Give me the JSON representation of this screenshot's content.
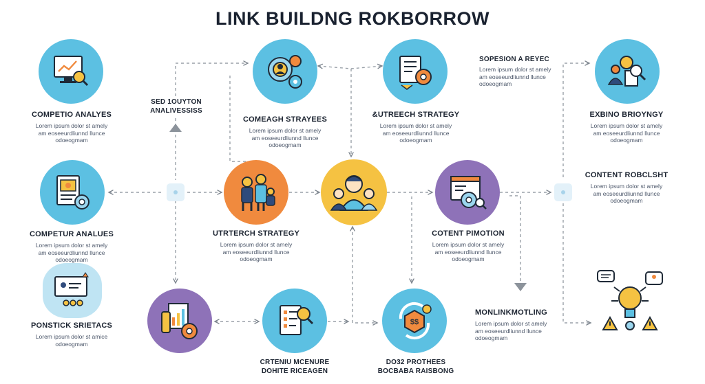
{
  "title": "LINK BUILDNG ROKBORROW",
  "body_text_a": [
    "Lorem ipsum dolor st amely",
    "am eoseeurdliunnd llunce",
    "odoeogmam"
  ],
  "nodes": [
    {
      "id": "competitor-analysis",
      "heading": [
        "COMPETIO ANALYES"
      ],
      "body": [
        "Lorem ipsum dolor st amely",
        "am eoseeurdliunnd llunce",
        "odoeogmam"
      ],
      "color": "#5cc0e2",
      "icon": "monitor-chart-icon"
    },
    {
      "id": "seo-solution-analysis",
      "heading": [
        "SED 1OUYTON",
        "ANALIVESSISS"
      ],
      "body": [],
      "color": "",
      "icon": ""
    },
    {
      "id": "content-strategy",
      "heading": [
        "COMEAGH STRAYEES"
      ],
      "body": [
        "Lorem ipsum dolor st amely",
        "am eoseeurdliunnd llunce",
        "odoeogmam"
      ],
      "color": "#5cc0e2",
      "icon": "gear-person-icon"
    },
    {
      "id": "outreach-strategy-top",
      "heading": [
        "&UTREECH STRATEGY"
      ],
      "body": [
        "Lorem ipsum dolor st amely",
        "am eoseeurdliunnd llunce",
        "odoeogmam"
      ],
      "color": "#5cc0e2",
      "icon": "document-gear-icon"
    },
    {
      "id": "prospect-research",
      "heading": [
        "SOPESION A REYEC"
      ],
      "body": [
        "Lorem ipsum dolor st amely",
        "am eoseeurdliunnd llunce",
        "odoeogmam"
      ],
      "color": "",
      "icon": ""
    },
    {
      "id": "existing-backlinks",
      "heading": [
        "EXBINO BRIOYNGY"
      ],
      "body": [
        "Lorem ipsum dolor st amely",
        "am eoseeurdliunnd llunce",
        "odoeogmam"
      ],
      "color": "#5cc0e2",
      "icon": "team-search-icon"
    },
    {
      "id": "competitor-analysis-2",
      "heading": [
        "COMPETUR ANALUES"
      ],
      "body": [
        "Lorem ipsum dolor st amely",
        "am eoseeurdliunnd llunce",
        "odoeogmam"
      ],
      "color": "#5cc0e2",
      "icon": "report-gear-icon"
    },
    {
      "id": "outreach-strategy",
      "heading": [
        "UTRTERCH STRATEGY"
      ],
      "body": [
        "Lorem ipsum dolor st amely",
        "am eoseeurdliunnd llunce",
        "odoeogmam"
      ],
      "color": "#f08a3e",
      "icon": "team-icon"
    },
    {
      "id": "center-team",
      "heading": [],
      "body": [],
      "color": "#f5c242",
      "icon": "people-icon"
    },
    {
      "id": "content-promotion",
      "heading": [
        "COTENT PIMOTION"
      ],
      "body": [
        "Lorem ipsum dolor st amely",
        "am eoseeurdliunnd llunce",
        "odoeogmam"
      ],
      "color": "#8e72b8",
      "icon": "browser-gear-icon"
    },
    {
      "id": "content-research",
      "heading": [
        "CONTENT ROBCLSHT"
      ],
      "body": [
        "Lorem ipsum dolor st amely",
        "am eoseeurdliunnd llunce",
        "odoeogmam"
      ],
      "color": "",
      "icon": ""
    },
    {
      "id": "positive-metrics",
      "heading": [
        "PONSTICK SRIETACS"
      ],
      "body": [
        "Lorem ipsum dolor st amice",
        "odoeogmam"
      ],
      "color": "#bfe4f3",
      "icon": "presentation-icon"
    },
    {
      "id": "reporting",
      "heading": [],
      "body": [],
      "color": "#8e72b8",
      "icon": "chart-gear-icon"
    },
    {
      "id": "content-measure",
      "heading": [
        "CRTENIU MCENURE",
        "DOHITE RICEAGEN"
      ],
      "body": [],
      "color": "#5cc0e2",
      "icon": "checklist-search-icon"
    },
    {
      "id": "dofollow-profiles",
      "heading": [
        "DO32 PROTHEES",
        "BOCBABA RAISBONG"
      ],
      "body": [],
      "color": "#5cc0e2",
      "icon": "hexagon-cycle-icon"
    },
    {
      "id": "monitoring",
      "heading": [
        "MONLINKMOTLING"
      ],
      "body": [
        "Lorem ipsum dolor st amely",
        "am eoseeurdliunnd llunce",
        "odoeogmam"
      ],
      "color": "",
      "icon": "lightbulb-chat-icon"
    }
  ]
}
